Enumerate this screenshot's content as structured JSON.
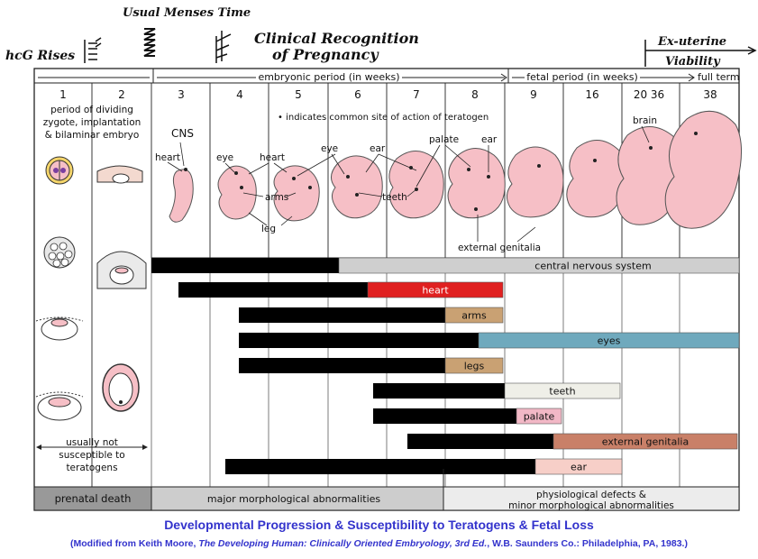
{
  "annotations": {
    "hcg": "hcG Rises",
    "menses": "Usual Menses Time",
    "recognition_line1": "Clinical Recognition",
    "recognition_line2": "of Pregnancy",
    "viability_line1": "Ex-uterine",
    "viability_line2": "Viability"
  },
  "periods": {
    "embryonic": "embryonic period (in weeks)",
    "fetal": "fetal period (in weeks)",
    "full_term": "full term"
  },
  "weeks": [
    "1",
    "2",
    "3",
    "4",
    "5",
    "6",
    "7",
    "8",
    "9",
    "16",
    "20 36",
    "38"
  ],
  "notes": {
    "early_period_line1": "period of dividing",
    "early_period_line2": "zygote, implantation",
    "early_period_line3": "& bilaminar embryo",
    "common_site": "• indicates common site of action of teratogen",
    "not_susceptible_line1": "usually not",
    "not_susceptible_line2": "susceptible to",
    "not_susceptible_line3": "teratogens"
  },
  "embryo_labels": {
    "cns": "CNS",
    "heart": "heart",
    "eye": "eye",
    "heart2": "heart",
    "arms": "arms",
    "leg": "leg",
    "eye2": "eye",
    "ear": "ear",
    "teeth": "teeth",
    "palate": "palate",
    "ear2": "ear",
    "external_genitalia": "external genitalia",
    "brain": "brain"
  },
  "bars": [
    {
      "label": "central nervous system",
      "color": "#cfcfcf",
      "label_color": "#111111"
    },
    {
      "label": "heart",
      "color": "#e02020",
      "label_color": "#ffffff"
    },
    {
      "label": "arms",
      "color": "#c9a173",
      "label_color": "#111111"
    },
    {
      "label": "eyes",
      "color": "#6fa9bd",
      "label_color": "#111111"
    },
    {
      "label": "legs",
      "color": "#c9a173",
      "label_color": "#111111"
    },
    {
      "label": "teeth",
      "color": "#efefe8",
      "label_color": "#111111"
    },
    {
      "label": "palate",
      "color": "#f2b8c6",
      "label_color": "#111111"
    },
    {
      "label": "external genitalia",
      "color": "#c98068",
      "label_color": "#111111"
    },
    {
      "label": "ear",
      "color": "#f7cfc8",
      "label_color": "#111111"
    }
  ],
  "bottom_bands": {
    "prenatal_death": "prenatal death",
    "major": "major morphological abnormalities",
    "minor_line1": "physiological defects &",
    "minor_line2": "minor morphological abnormalities"
  },
  "caption": {
    "title": "Developmental Progression & Susceptibility to Teratogens & Fetal Loss",
    "source_prefix": "(Modified from Keith Moore, ",
    "source_book": "The Developing Human: Clinically Oriented Embryology, 3rd Ed.",
    "source_suffix": ", W.B. Saunders Co.: Philadelphia, PA, 1983.)"
  },
  "colors": {
    "embryo_fill": "#f6bfc6",
    "embryo_stroke": "#555555",
    "death_band": "#999999",
    "major_band": "#cdcdcd",
    "minor_band": "#ececec",
    "caption": "#3333cc"
  }
}
